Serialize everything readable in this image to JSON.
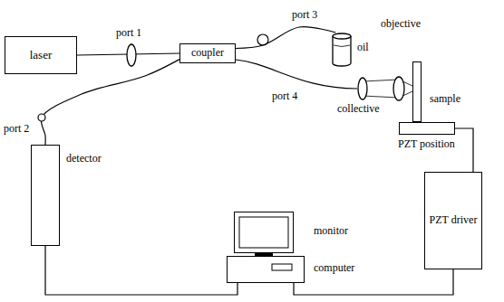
{
  "diagram": {
    "nodes": [
      {
        "text": [
          "laser"
        ]
      },
      {
        "text": [
          "coupler"
        ]
      },
      {
        "text": [
          "oil"
        ]
      },
      {
        "text": [
          "sample"
        ]
      },
      {
        "text": [
          "PZT position"
        ]
      },
      {
        "text": [
          "PZT driver"
        ]
      },
      {
        "text": [
          "detector"
        ]
      },
      {
        "text": [
          "monitor"
        ]
      },
      {
        "text": [
          "computer"
        ]
      }
    ],
    "edges": [
      {
        "from": 0,
        "to": 1,
        "arrow": "none"
      },
      {
        "from": 1,
        "to": 2,
        "arrow": "none"
      },
      {
        "from": 1,
        "to": 6,
        "arrow": "none"
      },
      {
        "from": 4,
        "to": 5,
        "arrow": "none"
      },
      {
        "from": 6,
        "to": 8,
        "arrow": "none"
      },
      {
        "from": 5,
        "to": 8,
        "arrow": "none"
      }
    ],
    "labels": [
      "port 1",
      "port 3",
      "objective",
      "port 4",
      "collective",
      "port 2"
    ]
  }
}
